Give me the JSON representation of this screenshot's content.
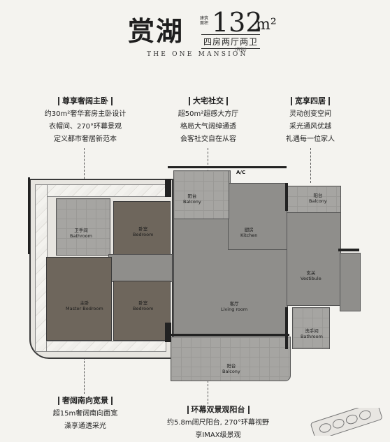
{
  "header": {
    "title": "赏湖",
    "area_note": "建筑面积",
    "area_value": "132",
    "area_unit": "m²",
    "layout_type": "四房两厅两卫",
    "layout_sub": "(样板)",
    "project_name": "THE ONE MANSION"
  },
  "features": {
    "master_bedroom": {
      "heading": "尊享奢阔主卧",
      "lines": [
        "约30m²奢华套房主卧设计",
        "衣帽间、270°环幕景观",
        "定义都市奢居新范本"
      ]
    },
    "social": {
      "heading": "大宅社交",
      "lines": [
        "超50m²超感大方厅",
        "格局大气阔绰通透",
        "会客社交自在从容"
      ]
    },
    "four_rooms": {
      "heading": "宽享四居",
      "lines": [
        "灵动创变空间",
        "采光通风优越",
        "礼遇每一位家人"
      ]
    },
    "south": {
      "heading": "奢阔南向宽景",
      "lines": [
        "超15m奢阔南向面宽",
        "澡享通透采光"
      ]
    },
    "balcony": {
      "heading": "环幕双景观阳台",
      "lines": [
        "约5.8m阔尺阳台, 270°环幕视野",
        "享IMAX级景观"
      ]
    }
  },
  "rooms": {
    "balcony_top_left": [
      "阳台",
      "Balcony"
    ],
    "balcony_top_right": [
      "阳台",
      "Balcony"
    ],
    "bath_left": [
      "卫手间",
      "Bathroom"
    ],
    "bedroom_top": [
      "卧室",
      "Bedroom"
    ],
    "kitchen": [
      "厨房",
      "Kitchen"
    ],
    "master": [
      "主卧",
      "Master Bedroom"
    ],
    "bedroom_mid": [
      "卧室",
      "Bedroom"
    ],
    "living": [
      "客厅",
      "Living room"
    ],
    "vestibule": [
      "玄关",
      "Vestibule"
    ],
    "bath_right": [
      "洗手间",
      "Bathroom"
    ],
    "balcony_bottom": [
      "阳台",
      "Balcony"
    ],
    "ac": "A/C"
  }
}
